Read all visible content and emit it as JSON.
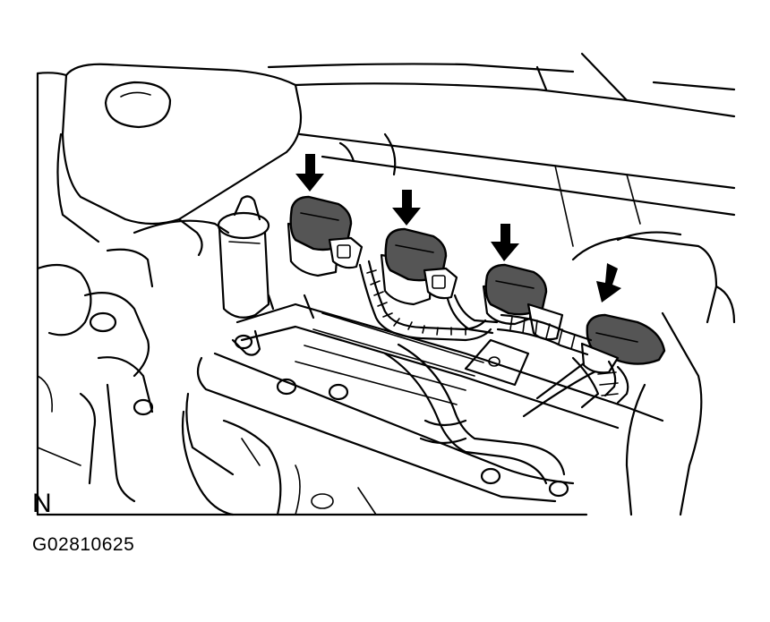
{
  "figure": {
    "orientation_label": "N",
    "figure_code": "G02810625"
  },
  "icons": {
    "marker": "down-arrow-icon",
    "part": "ignition-coil-icon"
  },
  "arrow_count": 4
}
